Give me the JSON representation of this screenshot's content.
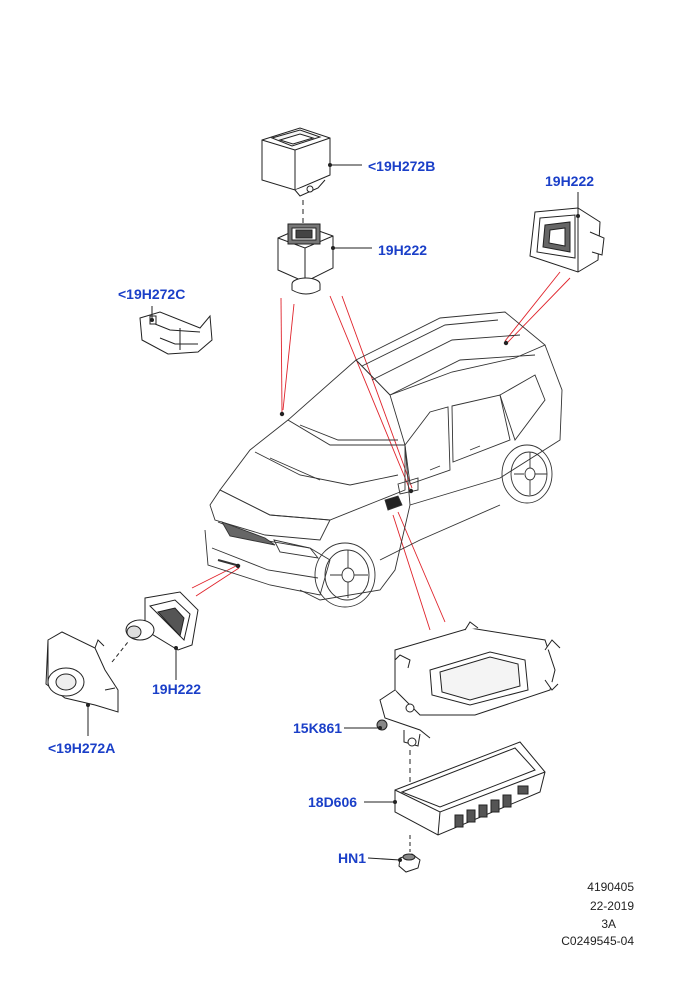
{
  "callouts": {
    "label_19h272b": "<19H272B",
    "label_19h222_top": "19H222",
    "label_19h222_right": "19H222",
    "label_19h272c": "<19H272C",
    "label_19h222_front": "19H222",
    "label_19h272a": "<19H272A",
    "label_15k861": "15K861",
    "label_18d606": "18D606",
    "label_hn1": "HN1"
  },
  "footer": {
    "line1": "4190405",
    "line2": "22-2019",
    "line3": "3A",
    "line4": "C0249545-04"
  },
  "colors": {
    "callout": "#1a3fc8",
    "linework": "#222222",
    "leader_red": "#e0232b"
  }
}
